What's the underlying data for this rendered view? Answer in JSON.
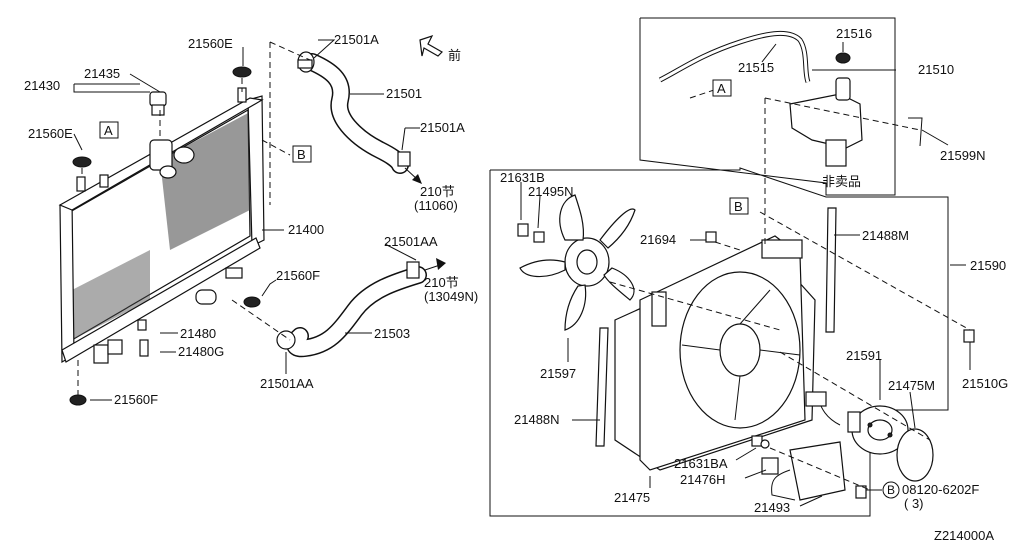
{
  "callouts": {
    "r21501a_top": "21501A",
    "r21560e_top": "21560E",
    "r21435": "21435",
    "r21430": "21430",
    "r21560e_left": "21560E",
    "r21501": "21501",
    "r21501a_mid": "21501A",
    "r21400": "21400",
    "r21501aa_top": "21501AA",
    "r21560f_mid": "21560F",
    "r21503": "21503",
    "r21480": "21480",
    "r21480g": "21480G",
    "r21501aa_bot": "21501AA",
    "r21560f_bot": "21560F",
    "r21516": "21516",
    "r21515": "21515",
    "r21510": "21510",
    "r21599n": "21599N",
    "r21631b": "21631B",
    "r21495n": "21495N",
    "r21694": "21694",
    "r21488m": "21488M",
    "r21590": "21590",
    "r21597": "21597",
    "r21510g": "21510G",
    "r21591": "21591",
    "r21475m": "21475M",
    "r21488n": "21488N",
    "r21631ba": "21631BA",
    "r21476h": "21476H",
    "r21475": "21475",
    "r21493": "21493",
    "r08120": "08120-6202F",
    "r08120_qty": "( 3)"
  },
  "refs": {
    "sec_11060_a": "210节",
    "sec_11060_b": "(11060)",
    "sec_13049_a": "210节",
    "sec_13049_b": "(13049N)",
    "front": "前",
    "not_sold": "非卖品"
  },
  "markers": {
    "a_left": "A",
    "b_left": "B",
    "a_right": "A",
    "b_right": "B",
    "b_circle": "B"
  },
  "diagram_id": "Z214000A"
}
